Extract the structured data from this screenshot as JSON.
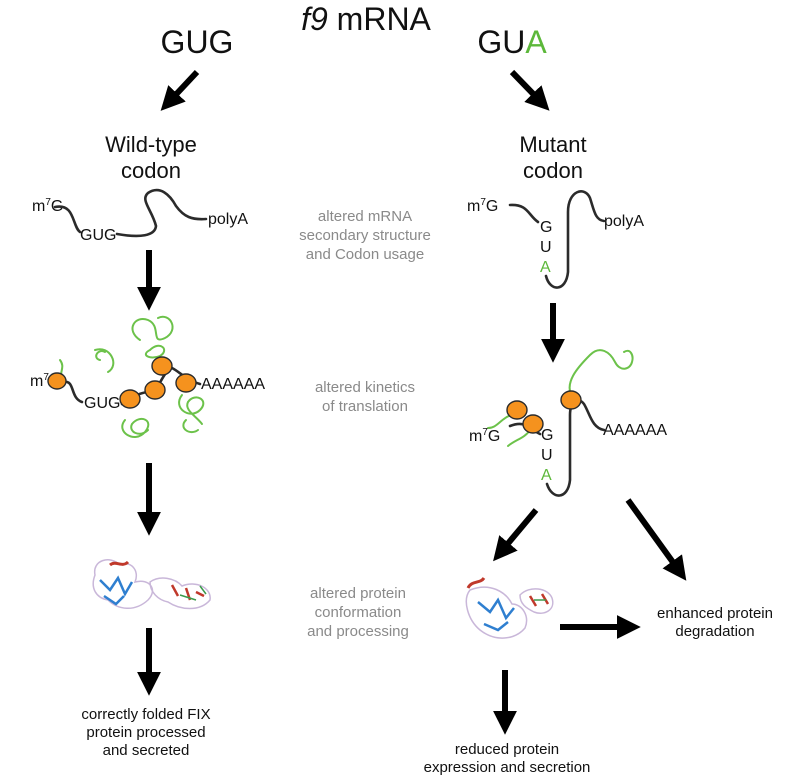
{
  "title": {
    "italic": "f9",
    "rest": " mRNA"
  },
  "left": {
    "codon": "GUG",
    "heading": [
      "Wild-type",
      "codon"
    ],
    "mrna": {
      "cap": "m",
      "cap_sup": "7",
      "cap_g": "G",
      "codon": "GUG",
      "tail": "polyA"
    },
    "translation": {
      "cap": "m",
      "cap_sup": "7",
      "cap_g": "G",
      "codon": "GUG",
      "tail": "AAAAAA"
    },
    "outcome": [
      "correctly folded FIX",
      "protein processed",
      "and secreted"
    ]
  },
  "right": {
    "codon_prefix": "GU",
    "codon_mutant": "A",
    "heading": [
      "Mutant",
      "codon"
    ],
    "mrna": {
      "cap": "m",
      "cap_sup": "7",
      "cap_g": "G",
      "codon_letters": [
        "G",
        "U",
        "A"
      ],
      "tail": "polyA"
    },
    "translation": {
      "cap": "m",
      "cap_sup": "7",
      "cap_g": "G",
      "codon_letters": [
        "G",
        "U",
        "A"
      ],
      "tail": "AAAAAA"
    },
    "outcome_reduced": [
      "reduced protein",
      "expression and secretion"
    ],
    "outcome_degradation": [
      "enhanced protein",
      "degradation"
    ]
  },
  "middle": {
    "step1": [
      "altered mRNA",
      "secondary structure",
      "and Codon usage"
    ],
    "step2": [
      "altered kinetics",
      "of translation"
    ],
    "step3": [
      "altered protein",
      "conformation",
      "and processing"
    ]
  },
  "colors": {
    "mutant": "#5cb83a",
    "ribosome": "#f5921e",
    "chain": "#6cc24a",
    "protein_blue": "#2f7fd0",
    "protein_red": "#c0392b"
  }
}
